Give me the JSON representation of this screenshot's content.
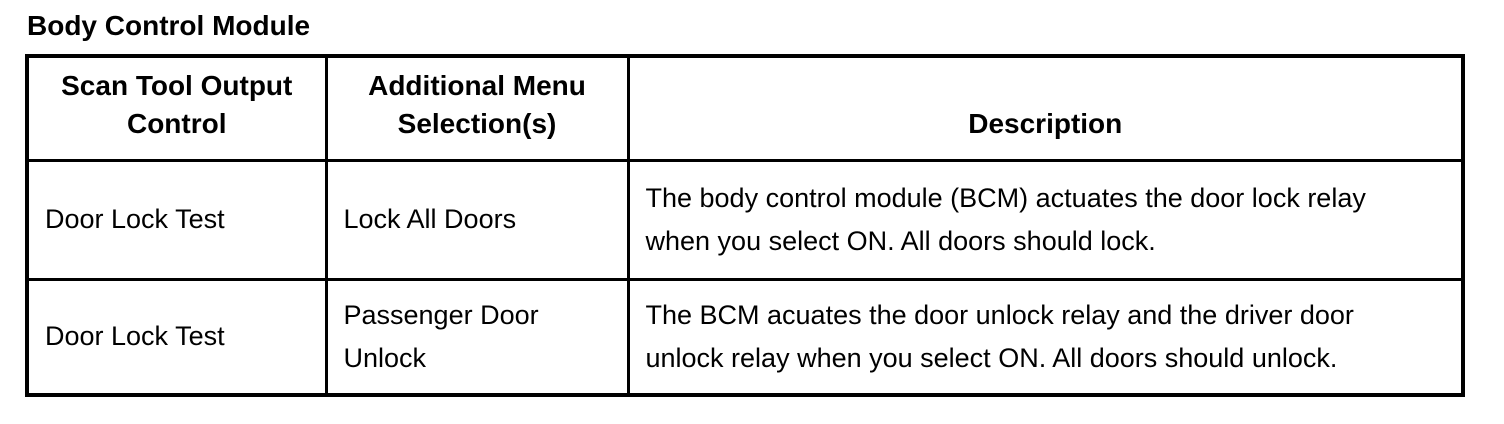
{
  "title": "Body Control Module",
  "colors": {
    "background": "#ffffff",
    "text": "#000000",
    "border": "#000000"
  },
  "table": {
    "columns": [
      {
        "header": "Scan Tool Output\nControl"
      },
      {
        "header": "Additional Menu\nSelection(s)"
      },
      {
        "header": "Description"
      }
    ],
    "rows": [
      {
        "output_control": "Door Lock Test",
        "menu_selection": "Lock All Doors",
        "description": "The body control module (BCM) actuates the door lock relay\nwhen you select ON. All doors should lock."
      },
      {
        "output_control": "Door Lock Test",
        "menu_selection": "Passenger Door\nUnlock",
        "description": "The BCM acuates the door unlock relay and the driver door\nunlock relay when you select ON. All doors should unlock."
      }
    ]
  }
}
